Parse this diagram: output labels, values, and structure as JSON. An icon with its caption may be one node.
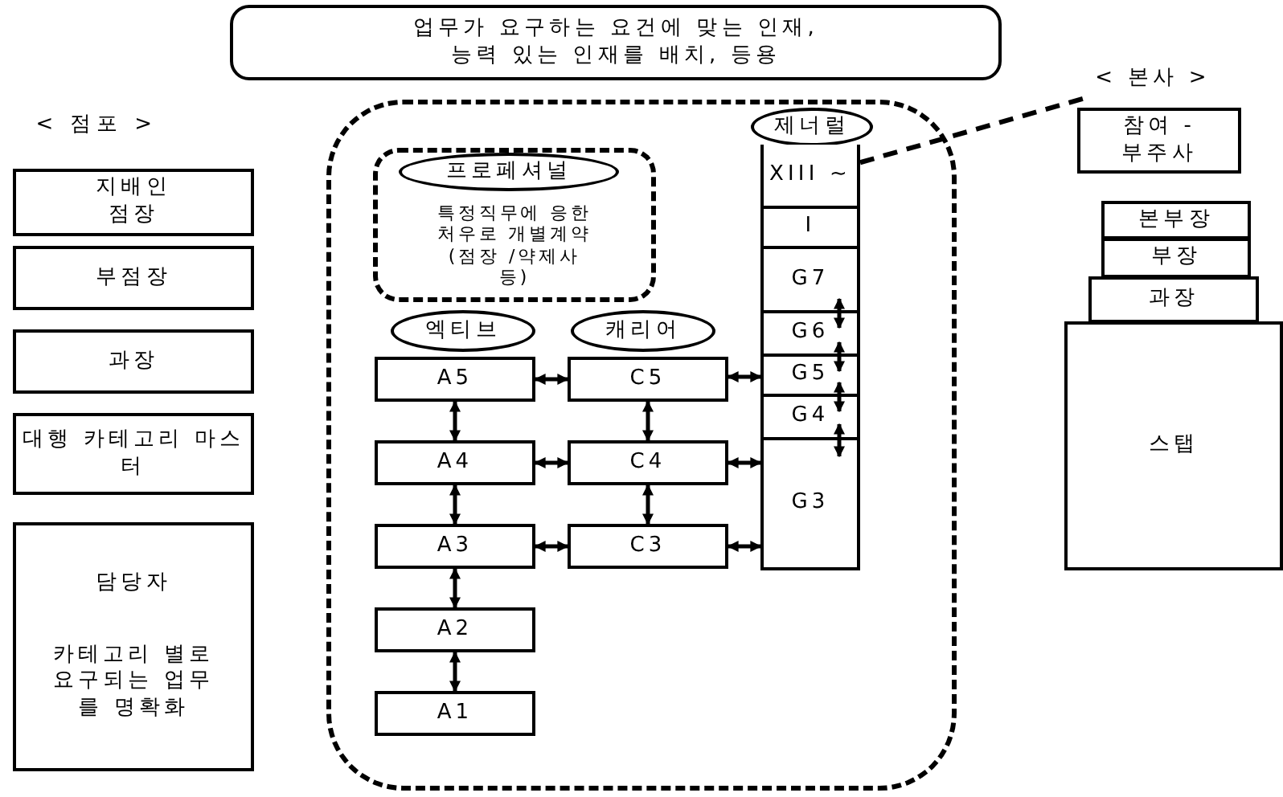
{
  "diagram": {
    "nodes": [
      {
        "text": [
          "업무가 요구하는 요건에 맞는 인재, 능력 있는 인재를 배치, 등용"
        ]
      },
      {
        "text": [
          "지배인 점장"
        ]
      },
      {
        "text": [
          "부점장"
        ]
      },
      {
        "text": [
          "과장"
        ]
      },
      {
        "text": [
          "대행 카테고리 마스터"
        ]
      },
      {
        "text": [
          "담당자",
          "카테고리 별로 요구되는 업무를 명확화"
        ]
      },
      {
        "text": [],
        "shape": "box"
      },
      {
        "text": [
          "특정직무에 응한 처우로 개별계약 (점장 /약제사 등)"
        ],
        "in": 6
      },
      {
        "text": [
          "프로페셔널"
        ],
        "in": 7
      },
      {
        "text": [
          "제너럴"
        ],
        "in": 6
      },
      {
        "text": [
          "XIII ~"
        ],
        "in": 6
      },
      {
        "text": [
          "I"
        ],
        "in": 6
      },
      {
        "text": [
          "G7"
        ],
        "in": 6
      },
      {
        "text": [
          "G6"
        ],
        "in": 6
      },
      {
        "text": [
          "G5"
        ],
        "in": 6
      },
      {
        "text": [
          "G4"
        ],
        "in": 6
      },
      {
        "text": [
          "G3"
        ],
        "in": 6
      },
      {
        "text": [
          "엑티브"
        ],
        "in": 6
      },
      {
        "text": [
          "캐리어"
        ],
        "in": 6
      },
      {
        "text": [
          "A5"
        ],
        "in": 6
      },
      {
        "text": [
          "C5"
        ],
        "in": 6
      },
      {
        "text": [
          "A4"
        ],
        "in": 6
      },
      {
        "text": [
          "C4"
        ],
        "in": 6
      },
      {
        "text": [
          "A3"
        ],
        "in": 6
      },
      {
        "text": [
          "C3"
        ],
        "in": 6
      },
      {
        "text": [
          "A2"
        ],
        "in": 6
      },
      {
        "text": [
          "A1"
        ],
        "in": 6
      },
      {
        "text": [
          "< 본사 >"
        ]
      },
      {
        "text": [
          "참여 - 부주사"
        ]
      },
      {
        "text": [
          "본부장"
        ]
      },
      {
        "text": [
          "부장"
        ]
      },
      {
        "text": [
          "과장"
        ]
      },
      {
        "text": [
          "스탭"
        ]
      }
    ],
    "edges": [
      {
        "from": 19,
        "to": 20,
        "arrow": "both"
      },
      {
        "from": 20,
        "to": 14,
        "arrow": "both"
      },
      {
        "from": 19,
        "to": 21,
        "arrow": "both"
      },
      {
        "from": 20,
        "to": 22,
        "arrow": "both"
      },
      {
        "from": 21,
        "to": 22,
        "arrow": "both"
      },
      {
        "from": 22,
        "to": 16,
        "arrow": "both"
      },
      {
        "from": 21,
        "to": 23,
        "arrow": "both"
      },
      {
        "from": 22,
        "to": 24,
        "arrow": "both"
      },
      {
        "from": 23,
        "to": 24,
        "arrow": "both"
      },
      {
        "from": 24,
        "to": 16,
        "arrow": "both"
      },
      {
        "from": 23,
        "to": 25,
        "arrow": "both"
      },
      {
        "from": 25,
        "to": 26,
        "arrow": "both"
      },
      {
        "from": 12,
        "to": 13,
        "arrow": "both"
      },
      {
        "from": 13,
        "to": 14,
        "arrow": "both"
      },
      {
        "from": 14,
        "to": 15,
        "arrow": "both"
      },
      {
        "from": 15,
        "to": 16,
        "arrow": "both"
      },
      {
        "from": 10,
        "to": 27,
        "arrow": "none",
        "style": "dashed"
      }
    ],
    "labels": [
      "< 점포 >"
    ]
  }
}
